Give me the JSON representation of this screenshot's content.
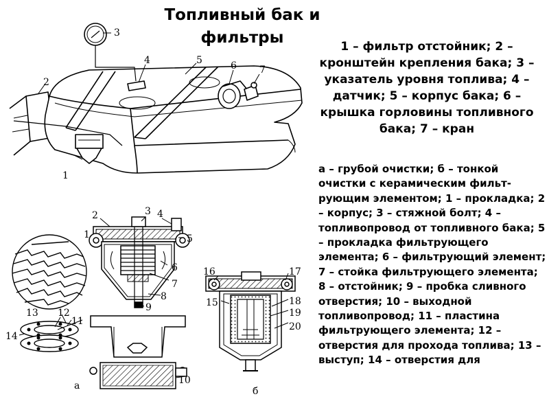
{
  "title": "Топливный бак и\nфильтры",
  "caption_main": "1 – фильтр отстойник; 2 – кронштейн крепления бака; 3 – указатель уровня топлива; 4 – датчик; 5 – корпус бака; 6 – крышка горловины топливного бака; 7 – кран",
  "caption_list": "а – грубой очистки; б – тонкой очистки с керамическим фильт-рующим элементом;  1 – прокладка; 2 – корпус; 3 – стяжной болт; 4 – топливопровод от топливного бака; 5 – прокладка фильтрующего элемента; 6 – фильтрующий элемент; 7 – стойка фильтрующего элемента; 8 – отстойник; 9 – пробка сливного отверстия; 10 – выходной топливопровод; 11 – пластина фильтрующего элемента; 12 – отверстия для прохода топлива; 13 – выступ; 14 – отверстия для",
  "tank_labels": [
    "1",
    "2",
    "3",
    "4",
    "5",
    "6",
    "7"
  ],
  "filter_a_labels": [
    "1",
    "2",
    "3",
    "4",
    "5",
    "6",
    "7",
    "8",
    "9",
    "10",
    "11",
    "12",
    "13",
    "14"
  ],
  "filter_a_caption": "а",
  "filter_b_labels": [
    "15",
    "16",
    "17",
    "18",
    "19",
    "20"
  ],
  "filter_b_caption": "б"
}
